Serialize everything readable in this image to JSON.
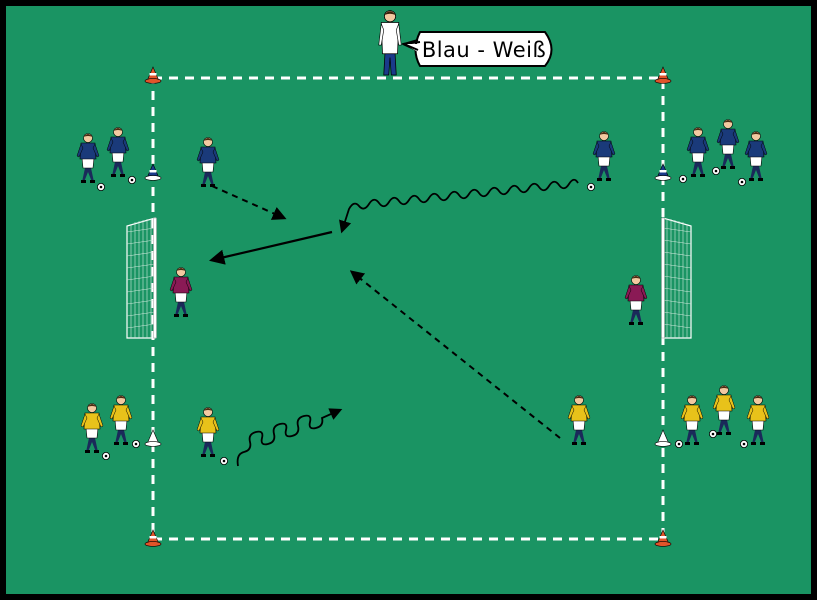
{
  "coach_callout": "Blau - Weiß",
  "colors": {
    "pitch": "#1a9463",
    "pitch_border": "#000000",
    "lines": "#ffffff",
    "team_blue": "#1a3a7a",
    "team_yellow": "#e8c21a",
    "goalkeeper": "#8a1a55",
    "coach_shirt": "#ffffff",
    "coach_pants": "#1a3a8a",
    "cone_red": "#e0542a",
    "cone_blue": "#1a3a8a",
    "cone_white": "#ffffff"
  },
  "elements": {
    "teams": [
      "blue",
      "yellow"
    ],
    "goals": [
      "left",
      "right"
    ],
    "arrows": [
      "pass",
      "dribble",
      "run"
    ]
  }
}
